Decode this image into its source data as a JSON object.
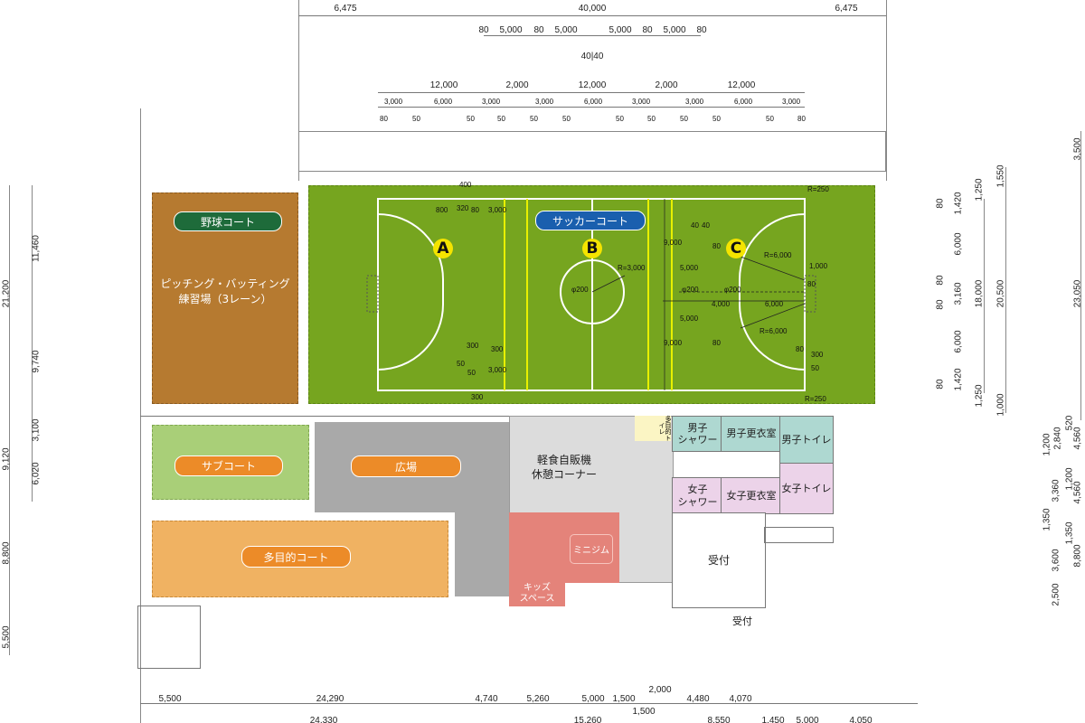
{
  "colors": {
    "field": "#76a51f",
    "baseball": "#b67a30",
    "sub_court": "#a9cf78",
    "plaza": "#a9a9a9",
    "multi": "#f0b262",
    "rest": "#dcdcdc",
    "gym": "#e4837a",
    "male": "#aed8d1",
    "female": "#ecd3e9",
    "pill_orange": "#ec8b28",
    "pill_blue": "#1a5fae",
    "pill_green": "#1e6b3a"
  },
  "areas": {
    "baseball_court": "野球コート",
    "pitching": "ピッチング・バッティング",
    "pitching2": "練習場（3レーン）",
    "soccer_court": "サッカーコート",
    "sub_court": "サブコート",
    "plaza": "広場",
    "multi_court": "多目的コート",
    "rest_corner1": "軽食自販機",
    "rest_corner2": "休憩コーナー",
    "mini_gym": "ミニジム",
    "kids1": "キッズ",
    "kids2": "スペース",
    "multi_toilet": "多目的トイレ",
    "male_shower1": "男子",
    "male_shower2": "シャワー",
    "male_locker": "男子更衣室",
    "male_toilet": "男子トイレ",
    "female_shower1": "女子",
    "female_shower2": "シャワー",
    "female_locker": "女子更衣室",
    "female_toilet": "女子トイレ",
    "reception": "受付",
    "reception_outside": "受付"
  },
  "markers": [
    "A",
    "B",
    "C"
  ],
  "dims_top": {
    "row1": [
      "6,475",
      "40,000",
      "6,475"
    ],
    "row2": [
      "80",
      "5,000",
      "80",
      "5,000",
      "5,000",
      "80",
      "5,000",
      "80"
    ],
    "center": "40|40",
    "row3": [
      "12,000",
      "2,000",
      "12,000",
      "2,000",
      "12,000"
    ],
    "row4": [
      "3,000",
      "6,000",
      "3,000",
      "3,000",
      "6,000",
      "3,000",
      "3,000",
      "6,000",
      "3,000"
    ],
    "row5": [
      "80",
      "50",
      "50",
      "50",
      "50",
      "50",
      "50",
      "50",
      "50",
      "50",
      "50",
      "80"
    ]
  },
  "dims_left": [
    "21,200",
    "11,460",
    "9,740",
    "9,120",
    "3,100",
    "6,020",
    "8,800",
    "5,500"
  ],
  "dims_right": [
    "3,500",
    "1,550",
    "1,250",
    "1,420",
    "80",
    "6,000",
    "80",
    "3,160",
    "80",
    "18,000",
    "20,500",
    "6,000",
    "80",
    "1,420",
    "1,250",
    "1,000",
    "23,050",
    "520",
    "2,840",
    "1,200",
    "4,560",
    "1,200",
    "3,360",
    "4,560",
    "1,350",
    "1,350",
    "3,600",
    "8,800",
    "2,500"
  ],
  "dims_bottom": {
    "row1": [
      "5,500",
      "24,290",
      "4,740",
      "5,260",
      "5,000",
      "1,500",
      "2,000",
      "4,480",
      "4,070"
    ],
    "row2": [
      "1,500",
      "24,330",
      "15,260",
      "8,550",
      "1,450",
      "5,000",
      "4,050"
    ]
  },
  "field_dims": [
    "400",
    "800",
    "320",
    "80",
    "3,000",
    "300",
    "300",
    "50",
    "50",
    "3,000",
    "300",
    "φ200",
    "R=3,000",
    "R=250",
    "40",
    "40",
    "80",
    "9,000",
    "5,000",
    "φ200",
    "φ200",
    "4,000",
    "6,000",
    "R=6,000",
    "1,000",
    "80",
    "R=6,000",
    "5,000",
    "9,000",
    "80",
    "80",
    "300",
    "50",
    "R=250"
  ]
}
